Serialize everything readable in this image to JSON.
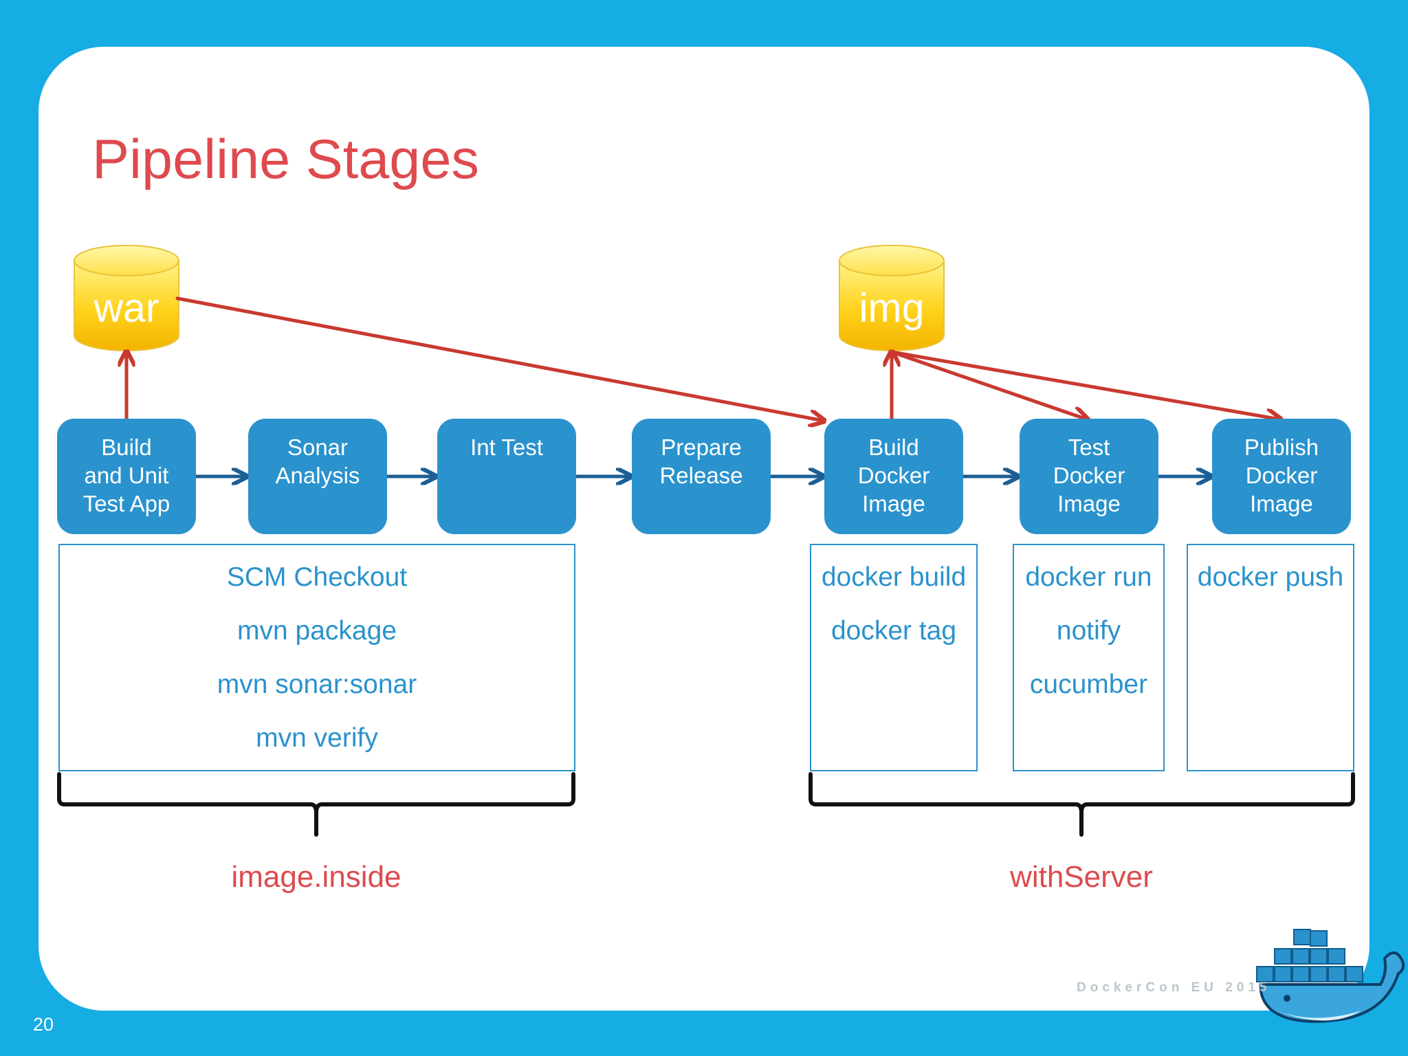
{
  "slide": {
    "title": "Pipeline Stages",
    "page_number": "20",
    "footer": "DockerCon EU 2015"
  },
  "artifacts": [
    {
      "label": "war"
    },
    {
      "label": "img"
    }
  ],
  "stages": [
    {
      "label": "Build\nand Unit\nTest App"
    },
    {
      "label": "Sonar\nAnalysis"
    },
    {
      "label": "Int Test"
    },
    {
      "label": "Prepare\nRelease"
    },
    {
      "label": "Build\nDocker\nImage"
    },
    {
      "label": "Test\nDocker\nImage"
    },
    {
      "label": "Publish\nDocker\nImage"
    }
  ],
  "command_boxes": [
    {
      "commands": [
        "SCM Checkout",
        "mvn package",
        "mvn sonar:sonar",
        "mvn verify"
      ]
    },
    {
      "commands": [
        "docker build",
        "docker tag"
      ]
    },
    {
      "commands": [
        "docker run",
        "notify",
        "cucumber"
      ]
    },
    {
      "commands": [
        "docker push"
      ]
    }
  ],
  "groups": [
    {
      "label": "image.inside"
    },
    {
      "label": "withServer"
    }
  ],
  "colors": {
    "background": "#16ace4",
    "stage_fill": "#2a92cd",
    "title": "#de4a4e",
    "artifact_arrow": "#c9392f",
    "flow_arrow": "#1b5f95",
    "artifact_fill": "#ffd21c"
  }
}
